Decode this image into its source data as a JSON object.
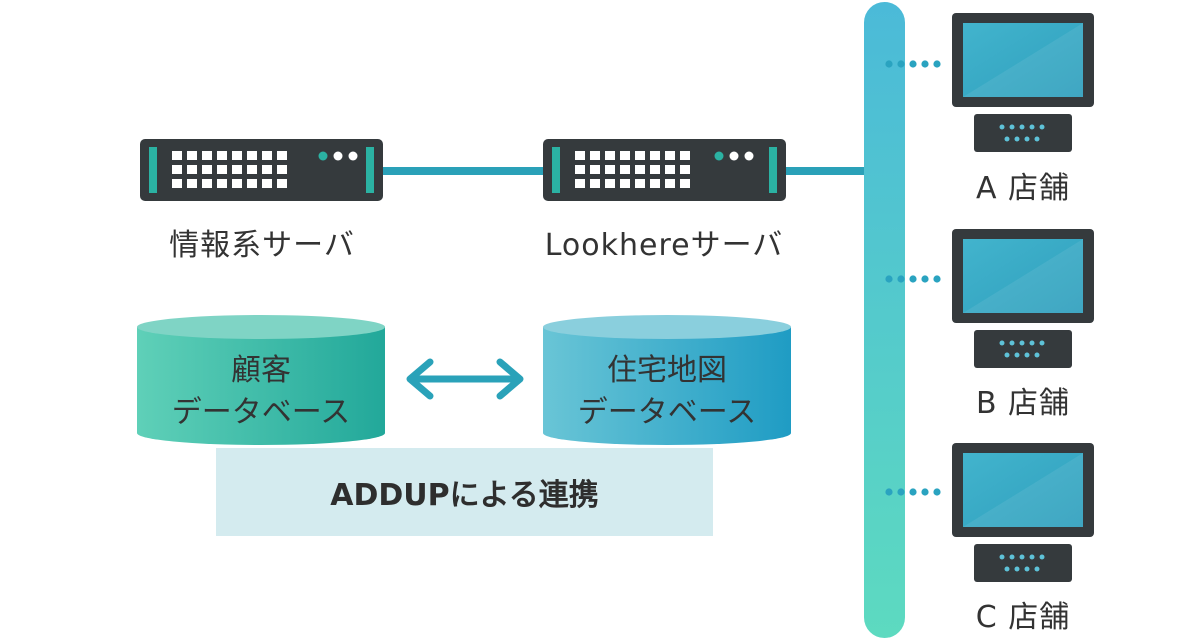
{
  "servers": {
    "info": {
      "label": "情報系サーバ"
    },
    "lookhere": {
      "label": "Lookhereサーバ"
    }
  },
  "databases": {
    "customer": {
      "line1": "顧客",
      "line2": "データベース"
    },
    "map": {
      "line1": "住宅地図",
      "line2": "データベース"
    }
  },
  "addup": {
    "label": "ADDUPによる連携"
  },
  "stores": [
    {
      "label": "A 店舗"
    },
    {
      "label": "B 店舗"
    },
    {
      "label": "C 店舗"
    }
  ],
  "colors": {
    "server_body": "#353a3d",
    "server_accent": "#2bb2a3",
    "link_line": "#2aa1b8",
    "bus_top": "#4bbad8",
    "bus_bottom": "#5ddac0",
    "monitor_screen": "#36a9c4",
    "customer_db": "#2ab3a1",
    "map_db": "#2aa2c6",
    "addup_bg": "#d4ebef"
  }
}
